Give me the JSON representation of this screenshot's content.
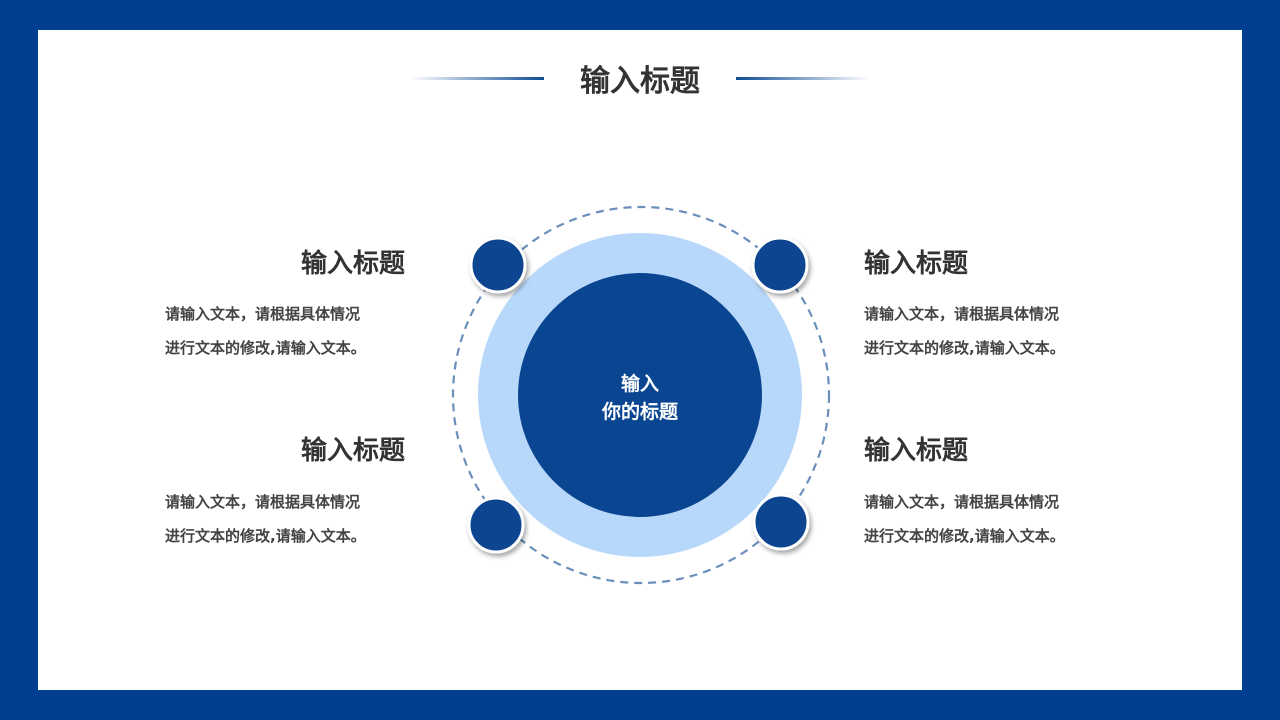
{
  "title": "输入标题",
  "center": {
    "line1": "输入",
    "line2": "你的标题"
  },
  "blocks": [
    {
      "title": "输入标题",
      "text_line1": "请输入文本，请根据具体情况",
      "text_line2": "进行文本的修改,请输入文本。"
    },
    {
      "title": "输入标题",
      "text_line1": "请输入文本，请根据具体情况",
      "text_line2": "进行文本的修改,请输入文本。"
    },
    {
      "title": "输入标题",
      "text_line1": "请输入文本，请根据具体情况",
      "text_line2": "进行文本的修改,请输入文本。"
    },
    {
      "title": "输入标题",
      "text_line1": "请输入文本，请根据具体情况",
      "text_line2": "进行文本的修改,请输入文本。"
    }
  ],
  "colors": {
    "frame": "#003f8f",
    "primary": "#0a4591",
    "ring": "#b8d8fb",
    "dash": "#6b8fbb",
    "text": "#333333"
  }
}
